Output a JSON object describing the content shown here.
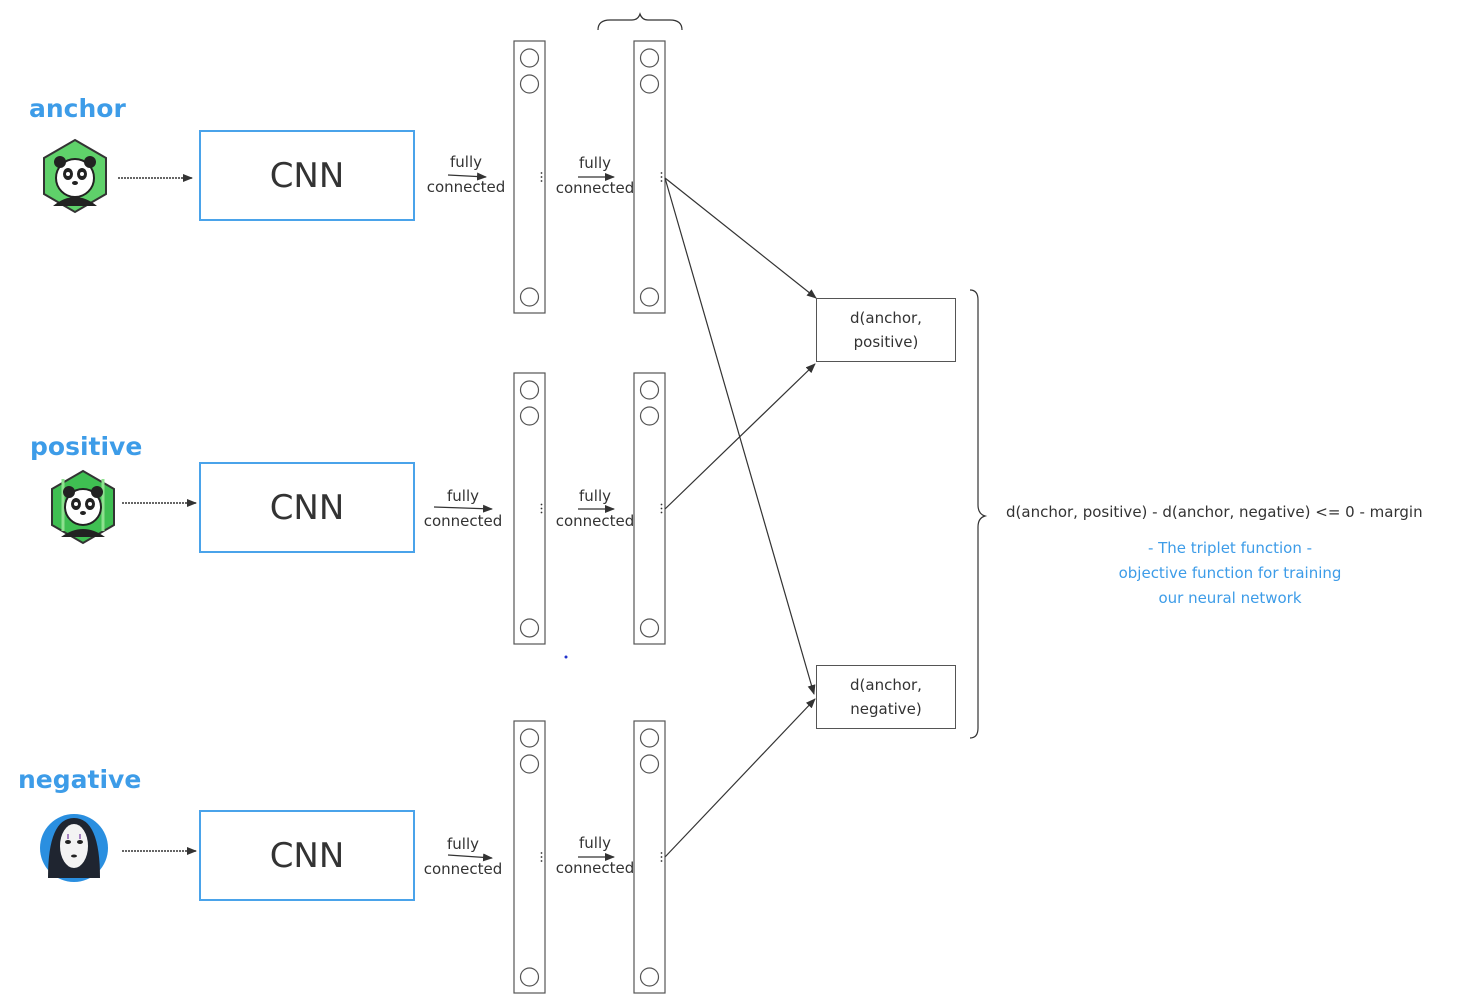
{
  "rows": [
    {
      "label": "anchor",
      "cnn": "CNN",
      "fc1_top": "fully",
      "fc1_bot": "connected",
      "fc2_top": "fully",
      "fc2_bot": "connected",
      "icon": "panda-avatar-icon"
    },
    {
      "label": "positive",
      "cnn": "CNN",
      "fc1_top": "fully",
      "fc1_bot": "connected",
      "fc2_top": "fully",
      "fc2_bot": "connected",
      "icon": "panda-bamboo-avatar-icon"
    },
    {
      "label": "negative",
      "cnn": "CNN",
      "fc1_top": "fully",
      "fc1_bot": "connected",
      "fc2_top": "fully",
      "fc2_bot": "connected",
      "icon": "no-face-avatar-icon"
    }
  ],
  "distances": {
    "ap_line1": "d(anchor,",
    "ap_line2": "positive)",
    "an_line1": "d(anchor,",
    "an_line2": "negative)"
  },
  "equation": "d(anchor, positive) - d(anchor, negative) <= 0 - margin",
  "caption": {
    "line1": "- The triplet function -",
    "line2": "objective function for training",
    "line3": "our neural network"
  },
  "colors": {
    "accent": "#3d9ce8",
    "box_border": "#4aa3ea",
    "line": "#333333"
  }
}
